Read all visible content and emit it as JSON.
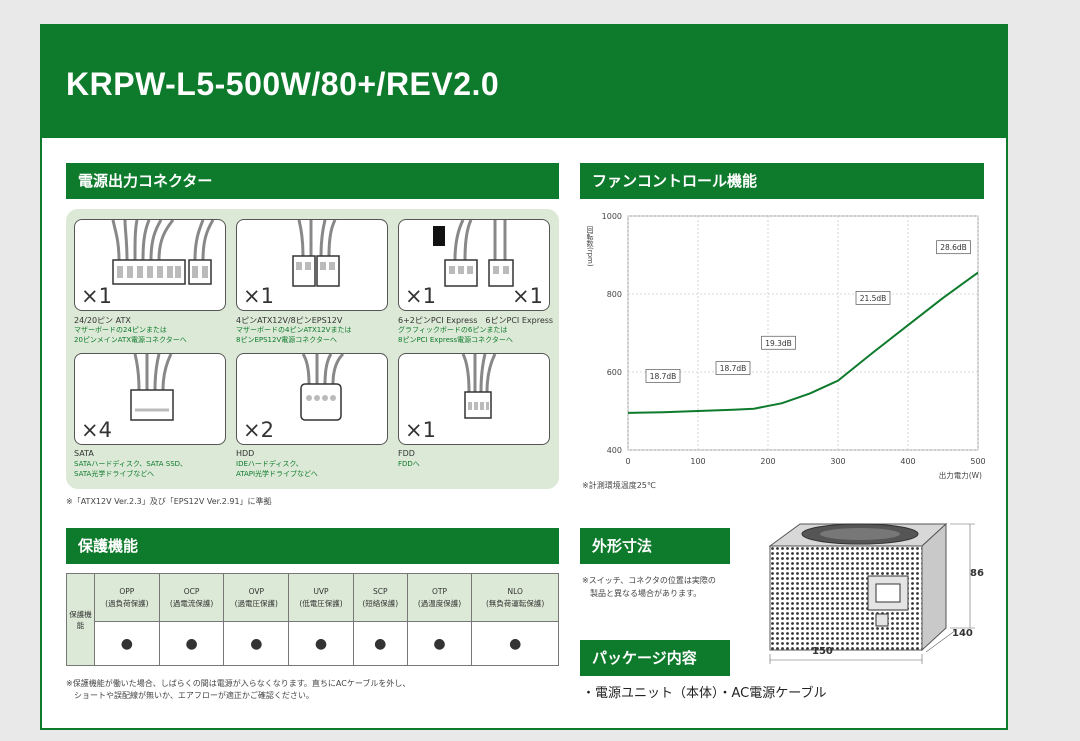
{
  "title": "KRPW-L5-500W/80+/REV2.0",
  "sections": {
    "connectors": "電源出力コネクター",
    "fan": "ファンコントロール機能",
    "protection": "保護機能",
    "dimensions": "外形寸法",
    "package": "パッケージ内容"
  },
  "connectors": [
    {
      "qty": "×1",
      "name": "24/20ピン ATX",
      "desc1": "マザーボードの24ピンまたは",
      "desc2": "20ピンメインATX電源コネクターへ"
    },
    {
      "qty": "×1",
      "name": "4ピンATX12V/8ピンEPS12V",
      "desc1": "マザーボードの4ピンATX12Vまたは",
      "desc2": "8ピンEPS12V電源コネクターへ"
    },
    {
      "qty": "×1",
      "qty2": "×1",
      "name": "6+2ピンPCI Express　6ピンPCI Express",
      "desc1": "グラフィックボードの6ピンまたは",
      "desc2": "8ピンPCI Express電源コネクターへ"
    },
    {
      "qty": "×4",
      "name": "SATA",
      "desc1": "SATAハードディスク、SATA SSD、",
      "desc2": "SATA光学ドライブなどへ"
    },
    {
      "qty": "×2",
      "name": "HDD",
      "desc1": "IDEハードディスク、",
      "desc2": "ATAPI光学ドライブなどへ"
    },
    {
      "qty": "×1",
      "name": "FDD",
      "desc1": "FDDへ",
      "desc2": ""
    }
  ],
  "connector_note": "※「ATX12V Ver.2.3」及び「EPS12V Ver.2.91」に準拠",
  "chart_data": {
    "type": "line",
    "xlabel": "出力電力(W)",
    "ylabel": "回転数(rpm)",
    "xlim": [
      0,
      500
    ],
    "ylim": [
      400,
      1000
    ],
    "xticks": [
      0,
      100,
      200,
      300,
      400,
      500
    ],
    "yticks": [
      400,
      600,
      800,
      1000
    ],
    "x": [
      0,
      50,
      100,
      150,
      180,
      220,
      260,
      300,
      350,
      400,
      450,
      500
    ],
    "y": [
      495,
      497,
      500,
      503,
      506,
      520,
      545,
      578,
      650,
      720,
      790,
      855
    ],
    "annotations": [
      {
        "x": 50,
        "y": 590,
        "text": "18.7dB"
      },
      {
        "x": 150,
        "y": 610,
        "text": "18.7dB"
      },
      {
        "x": 215,
        "y": 675,
        "text": "19.3dB"
      },
      {
        "x": 350,
        "y": 790,
        "text": "21.5dB"
      },
      {
        "x": 465,
        "y": 920,
        "text": "28.6dB"
      }
    ],
    "grid": true
  },
  "chart_note": "※計測環境温度25℃",
  "protection": {
    "row_label": "保護機能",
    "columns": [
      {
        "code": "OPP",
        "jp": "(過負荷保護)"
      },
      {
        "code": "OCP",
        "jp": "(過電流保護)"
      },
      {
        "code": "OVP",
        "jp": "(過電圧保護)"
      },
      {
        "code": "UVP",
        "jp": "(低電圧保護)"
      },
      {
        "code": "SCP",
        "jp": "(短絡保護)"
      },
      {
        "code": "OTP",
        "jp": "(過温度保護)"
      },
      {
        "code": "NLO",
        "jp": "(無負荷運転保護)"
      }
    ],
    "mark": "●",
    "note1": "※保護機能が働いた場合、しばらくの間は電源が入らなくなります。直ちにACケーブルを外し、",
    "note2": "　ショートや誤配線が無いか、エアフローが適正かご確認ください。"
  },
  "dimensions": {
    "note1": "※スイッチ、コネクタの位置は実際の",
    "note2": "　製品と異なる場合があります。",
    "width": "150",
    "depth": "140",
    "height": "86"
  },
  "package": "・電源ユニット（本体）・AC電源ケーブル"
}
